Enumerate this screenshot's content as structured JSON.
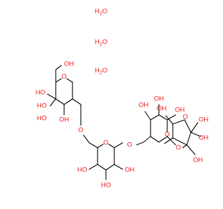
{
  "colors": {
    "oxygen": "#ee1a1a",
    "carbon_bond": "#000000",
    "background": "#ffffff"
  },
  "water": [
    {
      "main": "H",
      "sub": "2",
      "tail": "O"
    },
    {
      "main": "H",
      "sub": "2",
      "tail": "O"
    },
    {
      "main": "H",
      "sub": "2",
      "tail": "O"
    }
  ],
  "labels": {
    "oh": "OH",
    "ho": "HO",
    "o": "O"
  }
}
